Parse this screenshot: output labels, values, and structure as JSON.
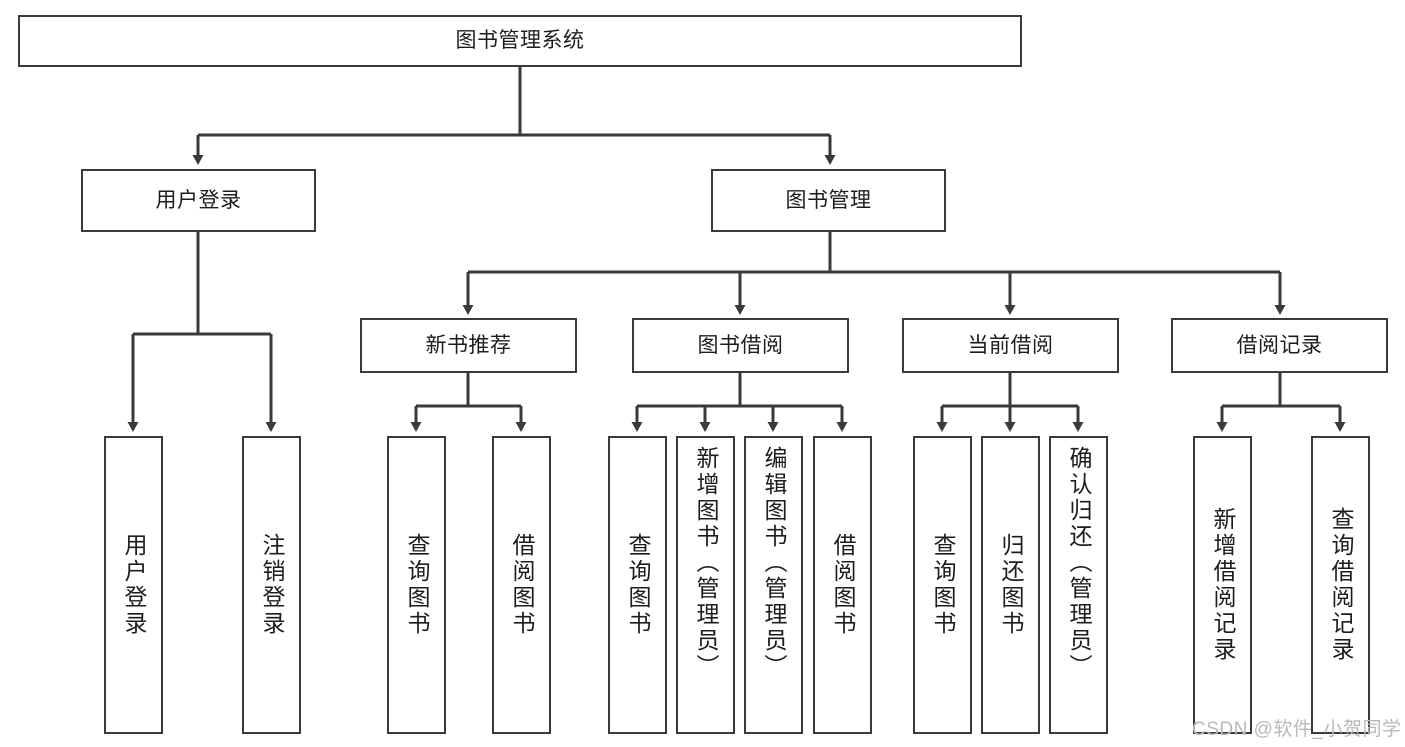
{
  "diagram": {
    "type": "hierarchy-tree",
    "title": "图书管理系统",
    "levels": [
      {
        "level": 1,
        "nodes": [
          {
            "id": "root",
            "label": "图书管理系统",
            "orientation": "horizontal"
          }
        ]
      },
      {
        "level": 2,
        "nodes": [
          {
            "id": "user-login",
            "label": "用户登录",
            "orientation": "horizontal",
            "parent": "root"
          },
          {
            "id": "book-manage",
            "label": "图书管理",
            "orientation": "horizontal",
            "parent": "root"
          }
        ]
      },
      {
        "level": 3,
        "nodes": [
          {
            "id": "new-book-rec",
            "label": "新书推荐",
            "orientation": "horizontal",
            "parent": "book-manage"
          },
          {
            "id": "book-borrow",
            "label": "图书借阅",
            "orientation": "horizontal",
            "parent": "book-manage"
          },
          {
            "id": "current-borrow",
            "label": "当前借阅",
            "orientation": "horizontal",
            "parent": "book-manage"
          },
          {
            "id": "borrow-record",
            "label": "借阅记录",
            "orientation": "horizontal",
            "parent": "book-manage"
          }
        ]
      },
      {
        "level": 4,
        "nodes": [
          {
            "id": "leaf-user-login",
            "label": "用户登录",
            "orientation": "vertical",
            "parent": "user-login"
          },
          {
            "id": "leaf-logout",
            "label": "注销登录",
            "orientation": "vertical",
            "parent": "user-login"
          },
          {
            "id": "leaf-query-book-1",
            "label": "查询图书",
            "orientation": "vertical",
            "parent": "new-book-rec"
          },
          {
            "id": "leaf-borrow-book-1",
            "label": "借阅图书",
            "orientation": "vertical",
            "parent": "new-book-rec"
          },
          {
            "id": "leaf-query-book-2",
            "label": "查询图书",
            "orientation": "vertical",
            "parent": "book-borrow"
          },
          {
            "id": "leaf-add-book",
            "label": "新增图书（管理员）",
            "orientation": "vertical",
            "parent": "book-borrow"
          },
          {
            "id": "leaf-edit-book",
            "label": "编辑图书（管理员）",
            "orientation": "vertical",
            "parent": "book-borrow"
          },
          {
            "id": "leaf-borrow-book-2",
            "label": "借阅图书",
            "orientation": "vertical",
            "parent": "book-borrow"
          },
          {
            "id": "leaf-query-book-3",
            "label": "查询图书",
            "orientation": "vertical",
            "parent": "current-borrow"
          },
          {
            "id": "leaf-return-book",
            "label": "归还图书",
            "orientation": "vertical",
            "parent": "current-borrow"
          },
          {
            "id": "leaf-confirm-return",
            "label": "确认归还（管理员）",
            "orientation": "vertical",
            "parent": "current-borrow"
          },
          {
            "id": "leaf-add-record",
            "label": "新增借阅记录",
            "orientation": "vertical",
            "parent": "borrow-record"
          },
          {
            "id": "leaf-query-record",
            "label": "查询借阅记录",
            "orientation": "vertical",
            "parent": "borrow-record"
          }
        ]
      }
    ],
    "colors": {
      "stroke": "#3a3a3a",
      "text": "#1d1d1d",
      "background": "#ffffff",
      "watermark": "#b9b9b9"
    }
  },
  "watermark": {
    "text": "CSDN @软件_小贺同学"
  }
}
